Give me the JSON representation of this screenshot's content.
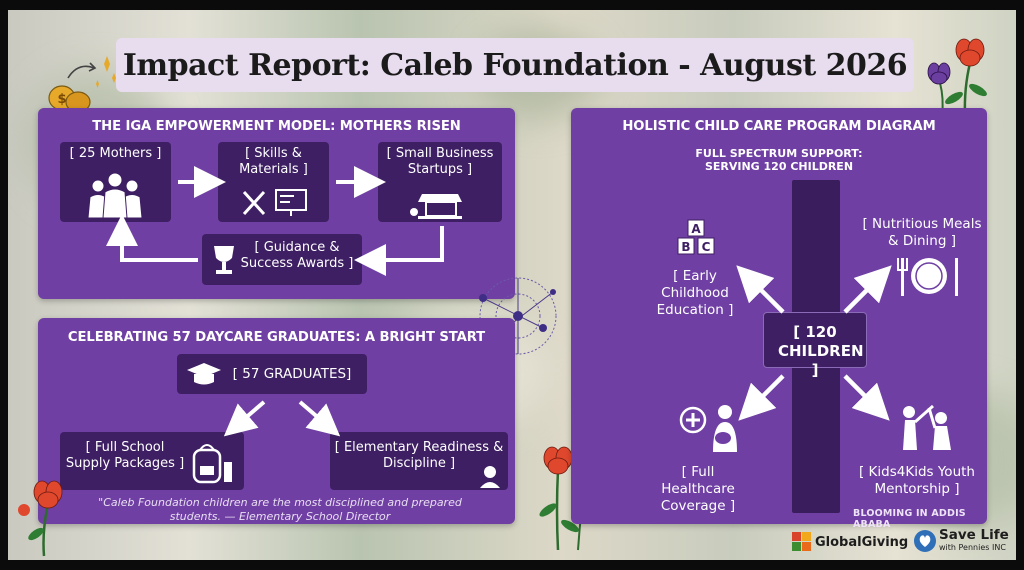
{
  "title": "Impact Report: Caleb Foundation - August 2026",
  "iga": {
    "title": "THE IGA EMPOWERMENT MODEL: MOTHERS RISEN",
    "mothers": "[ 25 Mothers ]",
    "skills": "[ Skills & Materials ]",
    "startups": "[ Small Business Startups ]",
    "guidance": "[ Guidance & Success Awards ]"
  },
  "grads": {
    "title": "CELEBRATING 57 DAYCARE GRADUATES: A BRIGHT START",
    "graduates": "[ 57 GRADUATES]",
    "supply": "[ Full School Supply Packages ]",
    "readiness": "[ Elementary Readiness & Discipline ]",
    "quote": "\"Caleb Foundation children are the most disciplined and prepared students. — Elementary School Director"
  },
  "care": {
    "title": "HOLISTIC CHILD CARE PROGRAM DIAGRAM",
    "subtitle_line1": "FULL SPECTRUM SUPPORT:",
    "subtitle_line2": "SERVING 120 CHILDREN",
    "center": "[ 120 CHILDREN ]",
    "education": "[ Early Childhood Education ]",
    "meals": "[ Nutritious Meals & Dining ]",
    "healthcare": "[ Full Healthcare Coverage ]",
    "mentorship": "[ Kids4Kids Youth Mentorship ]",
    "tagline": "BLOOMING IN ADDIS ABABA",
    "blocks": [
      "A",
      "B",
      "C"
    ]
  },
  "logos": {
    "globalgiving": "GlobalGiving",
    "savelife_line1": "Save Life",
    "savelife_line2": "with Pennies INC"
  },
  "colors": {
    "panel": "#6f3fa3",
    "box": "#3e1f63",
    "title_bg": "#e8dcef",
    "flower_red": "#e0482d",
    "flower_purple": "#6b3fa0"
  }
}
